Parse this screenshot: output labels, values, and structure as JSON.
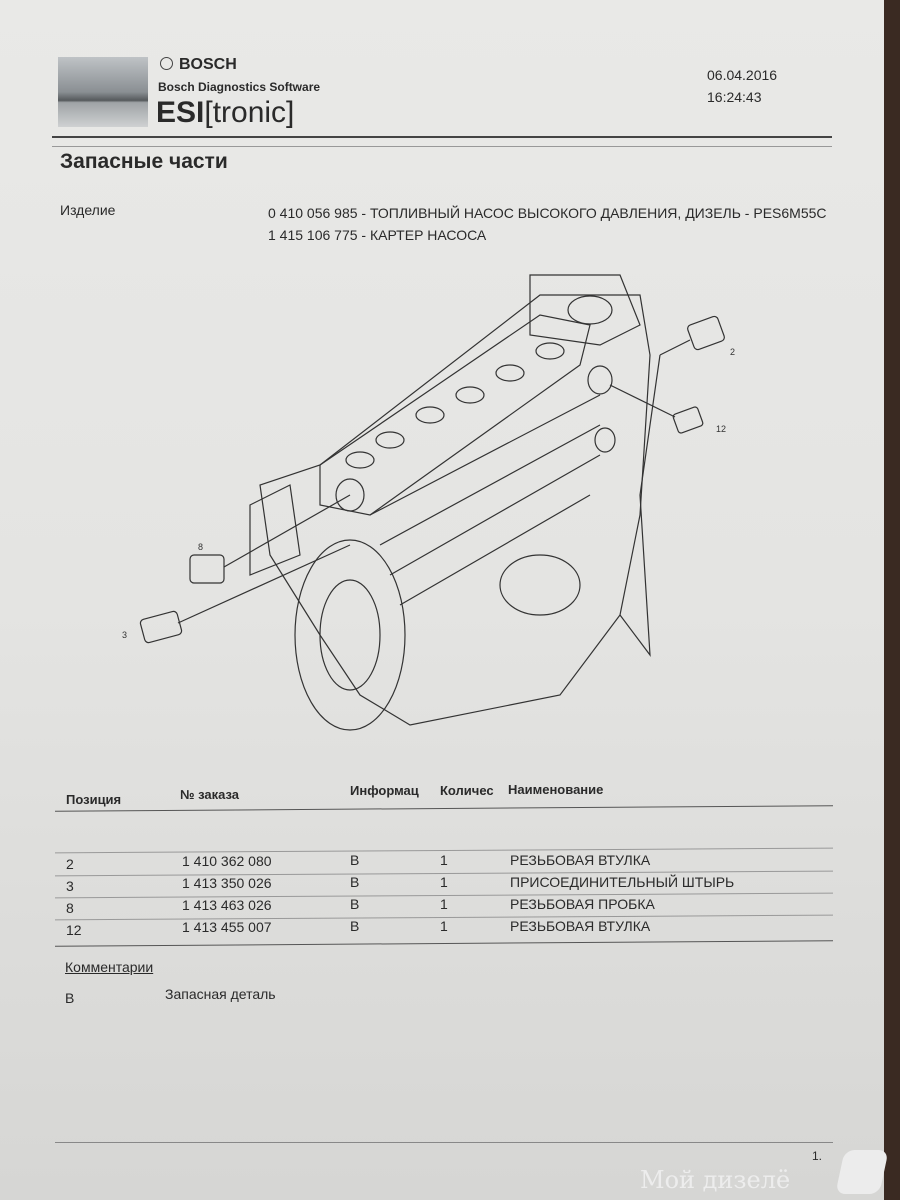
{
  "header": {
    "brand": "BOSCH",
    "subtitle": "Bosch Diagnostics Software",
    "product_bold": "ESI",
    "product_rest": "[tronic]",
    "date": "06.04.2016",
    "time": "16:24:43"
  },
  "title": "Запасные части",
  "product": {
    "label": "Изделие",
    "line1": "0 410 056 985 - ТОПЛИВНЫЙ НАСОС ВЫСОКОГО ДАВЛЕНИЯ,  ДИЗЕЛЬ - PES6M55C",
    "line2": "1 415 106 775 - КАРТЕР НАСОСА"
  },
  "diagram": {
    "callouts": [
      "2",
      "12",
      "8",
      "3"
    ]
  },
  "table": {
    "headers": [
      "Позиция",
      "№ заказа",
      "Информац",
      "Количес",
      "Наименование"
    ],
    "rows": [
      [
        "2",
        "1 410 362 080",
        "B",
        "1",
        "РЕЗЬБОВАЯ ВТУЛКА"
      ],
      [
        "3",
        "1 413 350 026",
        "B",
        "1",
        "ПРИСОЕДИНИТЕЛЬНЫЙ ШТЫРЬ"
      ],
      [
        "8",
        "1 413 463 026",
        "B",
        "1",
        "РЕЗЬБОВАЯ ПРОБКА"
      ],
      [
        "12",
        "1 413 455 007",
        "B",
        "1",
        "РЕЗЬБОВАЯ ВТУЛКА"
      ]
    ]
  },
  "comments": {
    "heading": "Комментарии",
    "items": [
      {
        "code": "B",
        "text": "Запасная деталь"
      }
    ]
  },
  "page_number": "1.",
  "watermark": "Мой дизелё"
}
